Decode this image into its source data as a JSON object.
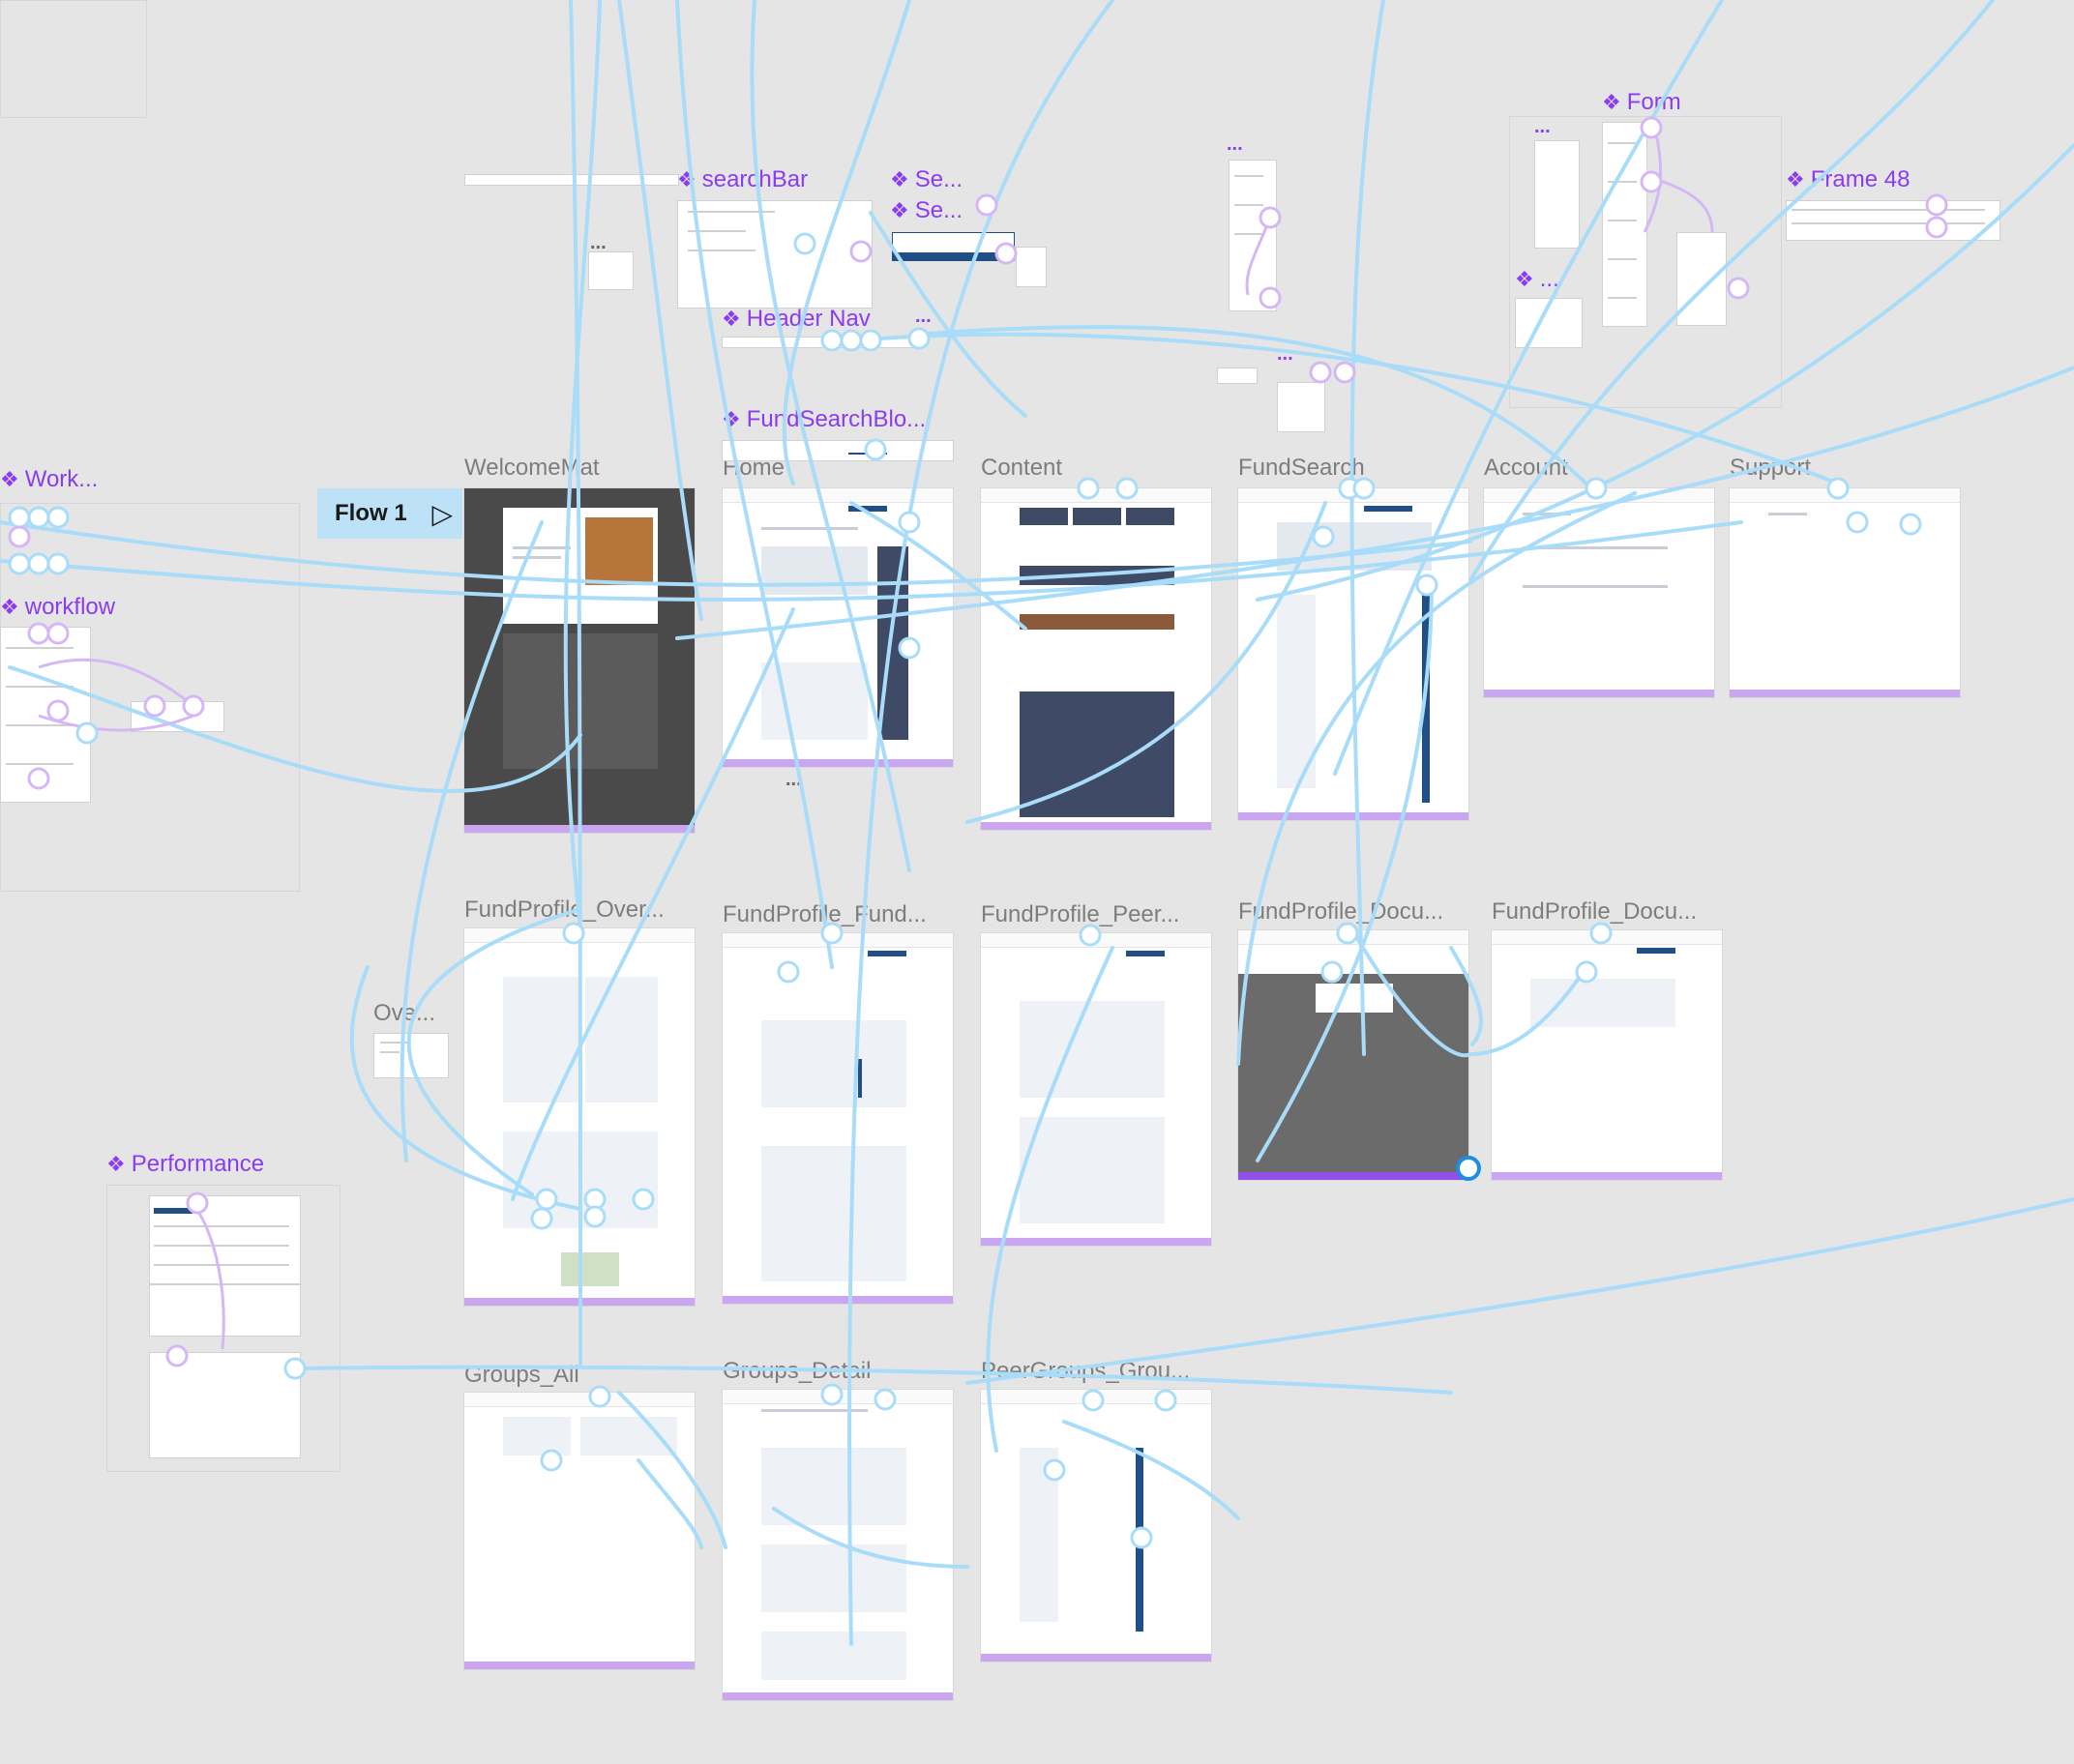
{
  "canvas": {
    "background": "#e5e5e5"
  },
  "colors": {
    "wire": "#a9dcf8",
    "component_accent": "#8a3cf0",
    "frame_border": "#c9a6ef",
    "flow_label_bg": "#bde2f8"
  },
  "flow_label": {
    "text": "Flow 1",
    "icon": "play-icon"
  },
  "frames": [
    {
      "title": "WelcomeMat"
    },
    {
      "title": "Home"
    },
    {
      "title": "Content"
    },
    {
      "title": "FundSearch"
    },
    {
      "title": "Account"
    },
    {
      "title": "Support"
    },
    {
      "title": "FundProfile_Over..."
    },
    {
      "title": "FundProfile_Fund..."
    },
    {
      "title": "FundProfile_Peer..."
    },
    {
      "title": "FundProfile_Docu..."
    },
    {
      "title": "FundProfile_Docu..."
    },
    {
      "title": "Groups_All"
    },
    {
      "title": "Groups_Detail"
    },
    {
      "title": "PeerGroups_Grou..."
    },
    {
      "title": "Ove..."
    }
  ],
  "components": [
    {
      "title": "searchBar"
    },
    {
      "title": "Se..."
    },
    {
      "title": "Se..."
    },
    {
      "title": "Header Nav"
    },
    {
      "title": "FundSearchBlo..."
    },
    {
      "title": "Form"
    },
    {
      "title": "Frame 48"
    },
    {
      "title": "..."
    },
    {
      "title": "Work..."
    },
    {
      "title": "workflow"
    },
    {
      "title": "Performance"
    }
  ],
  "ellipses": [
    "...",
    "...",
    "...",
    "...",
    "...",
    "..."
  ]
}
